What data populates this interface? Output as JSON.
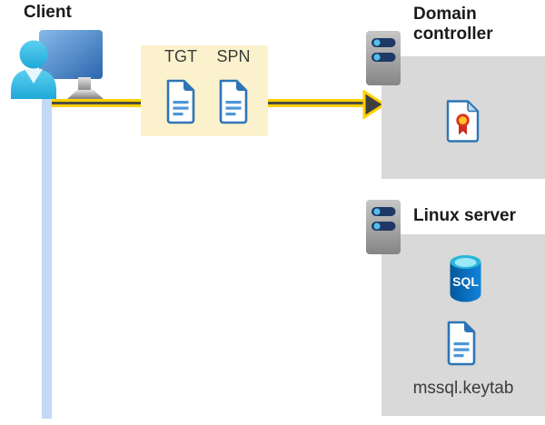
{
  "client": {
    "label": "Client",
    "icon": "person-at-computer-icon"
  },
  "token_box": {
    "tgt_label": "TGT",
    "spn_label": "SPN",
    "icons": [
      "document-icon",
      "document-icon"
    ]
  },
  "domain_controller": {
    "label": "Domain controller",
    "icons": [
      "server-icon",
      "certificate-icon"
    ]
  },
  "linux_server": {
    "label": "Linux server",
    "sql_badge": "SQL",
    "file_label": "mssql.keytab",
    "icons": [
      "server-icon",
      "sql-database-icon",
      "document-icon"
    ]
  },
  "colors": {
    "accent_yellow": "#FFD100",
    "arrow_dark": "#3F3F3F",
    "arrow_core": "#4D4D40",
    "token_box_bg": "#FBF2CD",
    "panel_gray": "#D9D9D9",
    "doc_blue": "#2E75B6",
    "doc_line_blue": "#4C96D9",
    "connection_blue": "#C3DAF7",
    "heading_text": "#1A1A1A",
    "label_text": "#3B3B3B",
    "server_bar_navy": "#1F3864",
    "server_dot_blue": "#52BEEA",
    "sql_blue": "#0B6FBF",
    "person_cyan": "#3BC0E8"
  }
}
